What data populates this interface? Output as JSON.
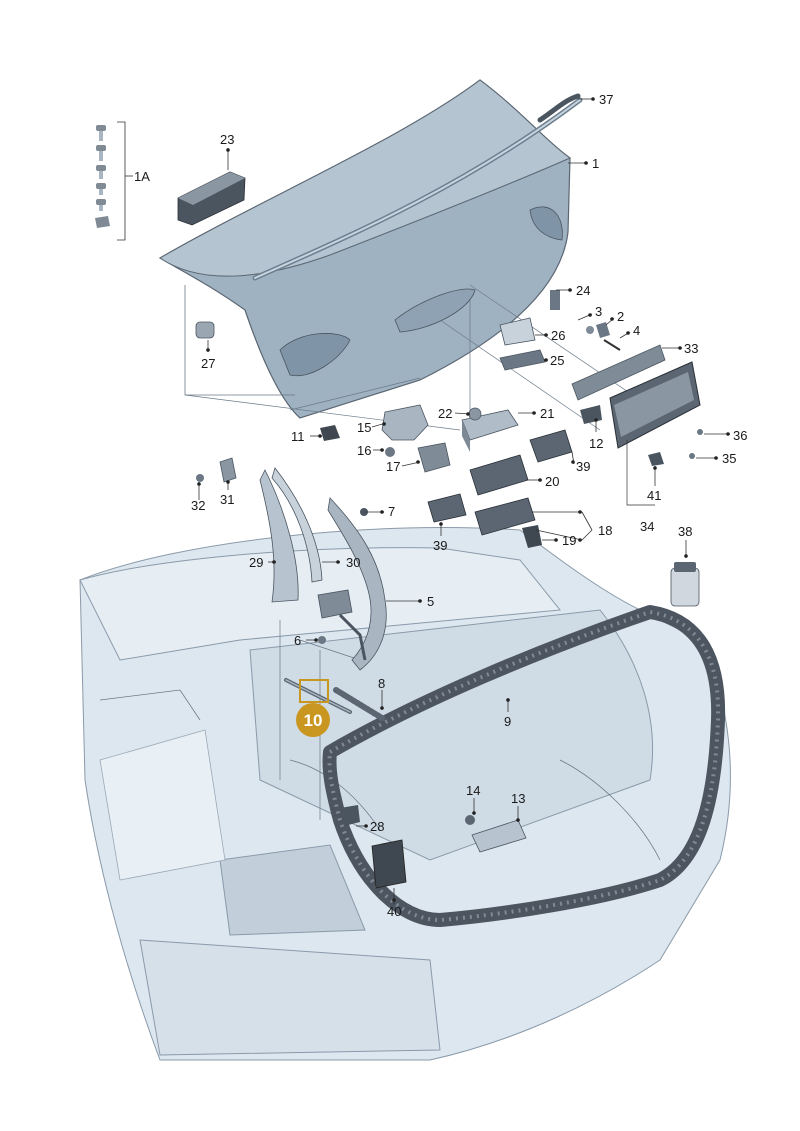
{
  "diagram": {
    "part_labels": {
      "p1": "1",
      "p1a": "1A",
      "p2": "2",
      "p3": "3",
      "p4": "4",
      "p5": "5",
      "p6": "6",
      "p7": "7",
      "p8": "8",
      "p9": "9",
      "p11": "11",
      "p12": "12",
      "p13": "13",
      "p14": "14",
      "p15": "15",
      "p16": "16",
      "p17": "17",
      "p18": "18",
      "p19": "19",
      "p20": "20",
      "p21": "21",
      "p22": "22",
      "p23": "23",
      "p24": "24",
      "p25": "25",
      "p26": "26",
      "p27": "27",
      "p28": "28",
      "p29": "29",
      "p30": "30",
      "p31": "31",
      "p32": "32",
      "p33": "33",
      "p34": "34",
      "p35": "35",
      "p36": "36",
      "p37": "37",
      "p38": "38",
      "p39a": "39",
      "p39b": "39",
      "p40": "40",
      "p41": "41"
    },
    "highlight_callout": "10",
    "colors": {
      "lid_fill": "#9fb2c2",
      "lid_dark": "#7f94a6",
      "car_fill": "#dde7ef",
      "car_line": "#8a9aaa",
      "seal_fill": "#4d5560",
      "callout_fill": "#c9961f",
      "part_fill": "#a9b6c2",
      "part_dark": "#5b6672"
    }
  }
}
